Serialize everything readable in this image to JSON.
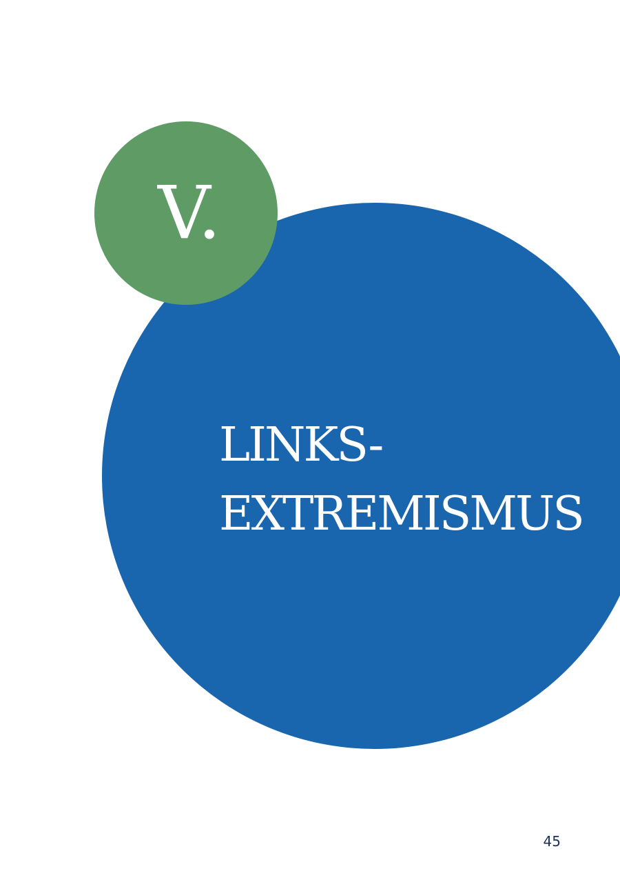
{
  "chapter": {
    "numeral": "V.",
    "title_line1": "LINKS-",
    "title_line2": "EXTREMISMUS"
  },
  "footer": {
    "page_number": "45"
  },
  "colors": {
    "blue_circle": "#1966ae",
    "green_circle": "#5f9b65",
    "page_number": "#1a2f5c"
  }
}
